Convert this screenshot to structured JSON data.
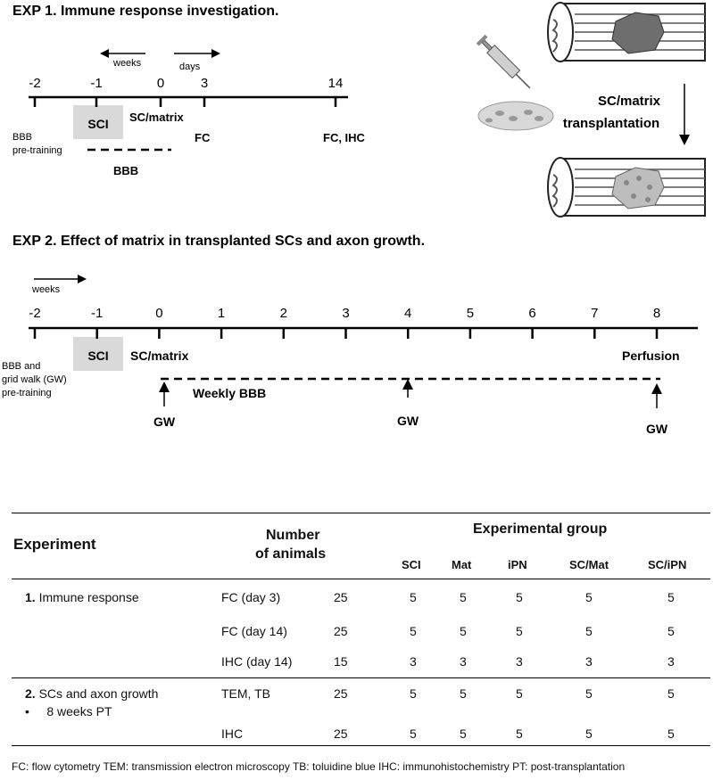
{
  "exp1": {
    "title": "EXP 1. Immune response investigation.",
    "arrow_weeks": "weeks",
    "arrow_days": "days",
    "ticks": [
      "-2",
      "-1",
      "0",
      "3",
      "14"
    ],
    "sci": "SCI",
    "sc_matrix": "SC/matrix",
    "fc": "FC",
    "fc_ihc": "FC, IHC",
    "bbb_pre1": "BBB",
    "bbb_pre2": "pre-training",
    "bbb": "BBB"
  },
  "illustration": {
    "label_line1": "SC/matrix",
    "label_line2": "transplantation"
  },
  "exp2": {
    "title": "EXP 2. Effect of matrix in transplanted SCs and axon growth.",
    "arrow_weeks": "weeks",
    "ticks": [
      "-2",
      "-1",
      "0",
      "1",
      "2",
      "3",
      "4",
      "5",
      "6",
      "7",
      "8"
    ],
    "sci": "SCI",
    "sc_matrix": "SC/matrix",
    "perfusion": "Perfusion",
    "pre1": "BBB and",
    "pre2": "grid walk (GW)",
    "pre3": "pre-training",
    "weekly_bbb": "Weekly BBB",
    "gw": "GW"
  },
  "table": {
    "h_experiment": "Experiment",
    "h_number1": "Number",
    "h_number2": "of animals",
    "h_group": "Experimental group",
    "groups": [
      "SCI",
      "Mat",
      "iPN",
      "SC/Mat",
      "SC/iPN"
    ],
    "rows": [
      {
        "num": "1.",
        "exp": " Immune response",
        "sub": "",
        "assay": "FC  (day 3)",
        "n": "25",
        "vals": [
          "5",
          "5",
          "5",
          "5",
          "5"
        ]
      },
      {
        "num": "",
        "exp": "",
        "sub": "",
        "assay": "FC  (day 14)",
        "n": "25",
        "vals": [
          "5",
          "5",
          "5",
          "5",
          "5"
        ]
      },
      {
        "num": "",
        "exp": "",
        "sub": "",
        "assay": "IHC (day 14)",
        "n": "15",
        "vals": [
          "3",
          "3",
          "3",
          "3",
          "3"
        ]
      },
      {
        "num": "2.",
        "exp": " SCs and axon growth",
        "sub": "8 weeks PT",
        "assay": "TEM, TB",
        "n": "25",
        "vals": [
          "5",
          "5",
          "5",
          "5",
          "5"
        ]
      },
      {
        "num": "",
        "exp": "",
        "sub": "",
        "assay": "IHC",
        "n": "25",
        "vals": [
          "5",
          "5",
          "5",
          "5",
          "5"
        ]
      }
    ]
  },
  "footnote": "FC: flow cytometry  TEM: transmission electron microscopy  TB: toluidine blue  IHC: immunohistochemistry PT: post-transplantation"
}
